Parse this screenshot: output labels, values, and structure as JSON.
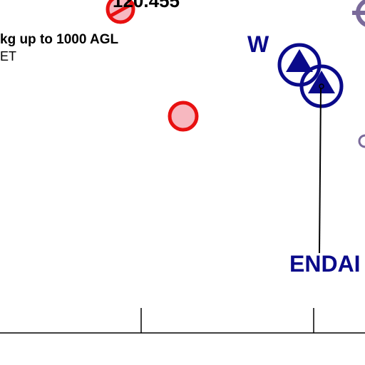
{
  "labels": {
    "top_code": "120.455",
    "rule_text": "kg up to 1000 AGL",
    "sub_text": "ET",
    "waypoint_w": "W",
    "waypoint_end": "ENDAI"
  },
  "colors": {
    "navy": "#0a0a8a",
    "red_stroke": "#e81010",
    "red_fill": "#f7b8c0",
    "grey_purple": "#7a6a9a",
    "line": "#000000"
  },
  "icons": {
    "top_marker": "no-entry-circle-icon",
    "red_circle": "circle-marker-icon",
    "waypoint_a": "triangle-in-circle-icon",
    "waypoint_b": "triangle-in-circle-icon",
    "edge_marker": "cross-circle-icon"
  }
}
